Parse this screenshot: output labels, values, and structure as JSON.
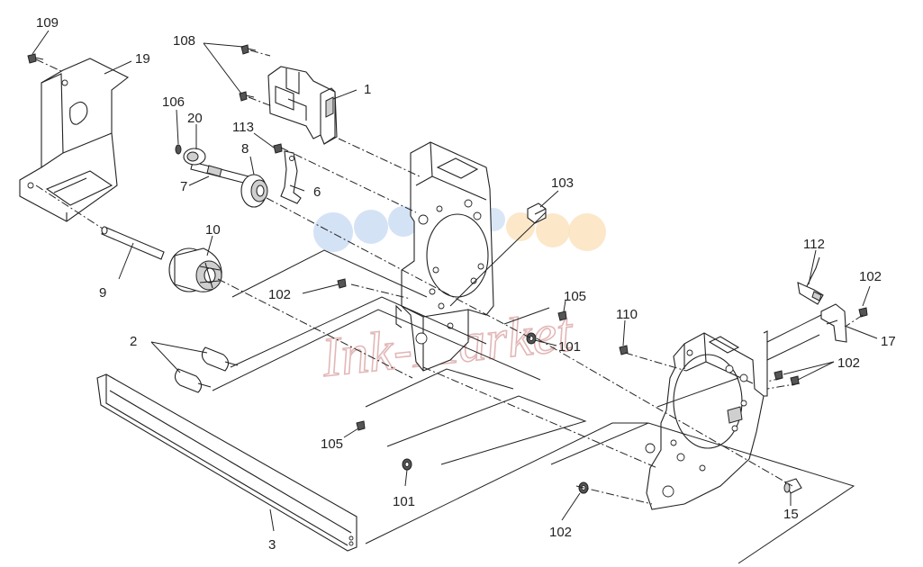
{
  "diagram": {
    "watermark_text": "Ink-Market",
    "callouts": [
      "109",
      "19",
      "108",
      "1",
      "106",
      "20",
      "113",
      "8",
      "7",
      "6",
      "103",
      "10",
      "9",
      "102",
      "105",
      "2",
      "101",
      "110",
      "112",
      "102",
      "17",
      "102",
      "105",
      "101",
      "3",
      "102",
      "15"
    ],
    "colors": {
      "line": "#222222",
      "watermark_blue": "#c9dbf2",
      "watermark_orange": "#fbe3bf",
      "watermark_text": "#d9a0a0"
    }
  }
}
